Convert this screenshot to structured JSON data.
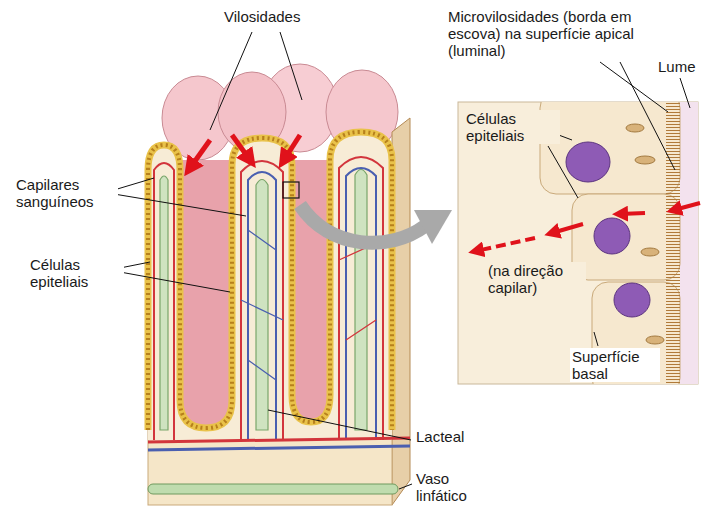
{
  "diagram": {
    "labels": [
      "Vilosidades",
      "Capilares sanguíneos",
      "Células epiteliais",
      "Lacteal",
      "Vaso linfático",
      "Microvilosidades (borda em escova) na superfície apical (luminal)",
      "Lume",
      "Células epiteliais",
      "(na direção capilar)",
      "Superfície basal"
    ]
  }
}
